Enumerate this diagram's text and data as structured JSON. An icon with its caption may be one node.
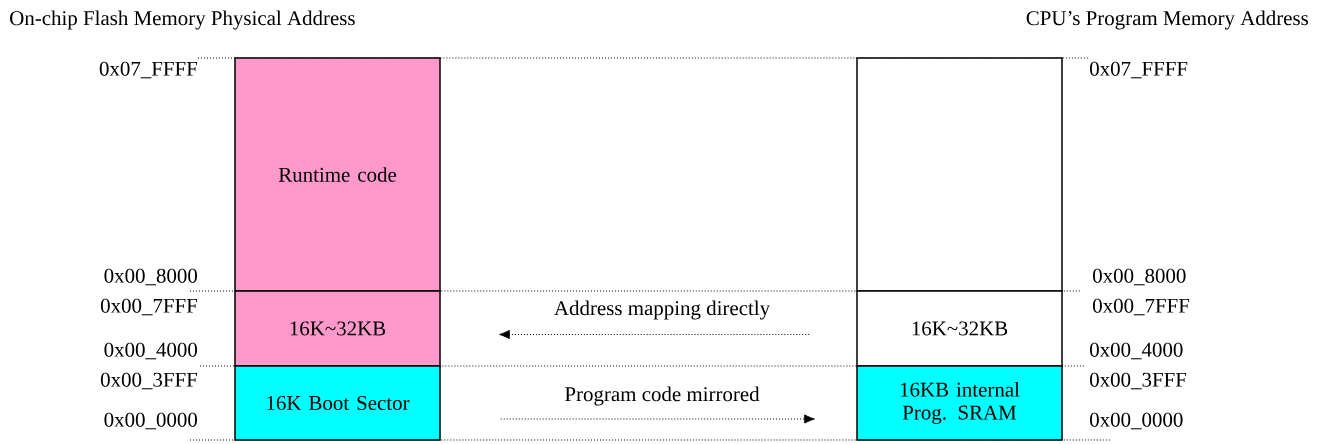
{
  "diagram": {
    "nodes": [
      {
        "text": [
          "Runtime code"
        ]
      },
      {
        "text": [
          "16K~32KB"
        ]
      },
      {
        "text": [
          "16K Boot Sector"
        ]
      },
      {
        "text": [],
        "shape": "box"
      },
      {
        "text": [
          "16K~32KB"
        ]
      },
      {
        "text": [
          "16KB internal Prog. SRAM"
        ]
      }
    ],
    "edges": [
      {
        "from": 4,
        "to": 1,
        "arrow": "to",
        "label": "Address mapping directly",
        "style": "dashed"
      },
      {
        "from": 2,
        "to": 5,
        "arrow": "to",
        "label": "Program code mirrored",
        "style": "dashed"
      }
    ],
    "labels": [
      "On-chip Flash Memory Physical Address",
      "CPU’s Program Memory Address",
      "0x07_FFFF",
      "0x07_FFFF",
      "0x00_8000",
      "0x00_8000",
      "0x00_7FFF",
      "0x00_7FFF",
      "0x00_4000",
      "0x00_4000",
      "0x00_3FFF",
      "0x00_3FFF",
      "0x00_0000",
      "0x00_0000"
    ]
  }
}
